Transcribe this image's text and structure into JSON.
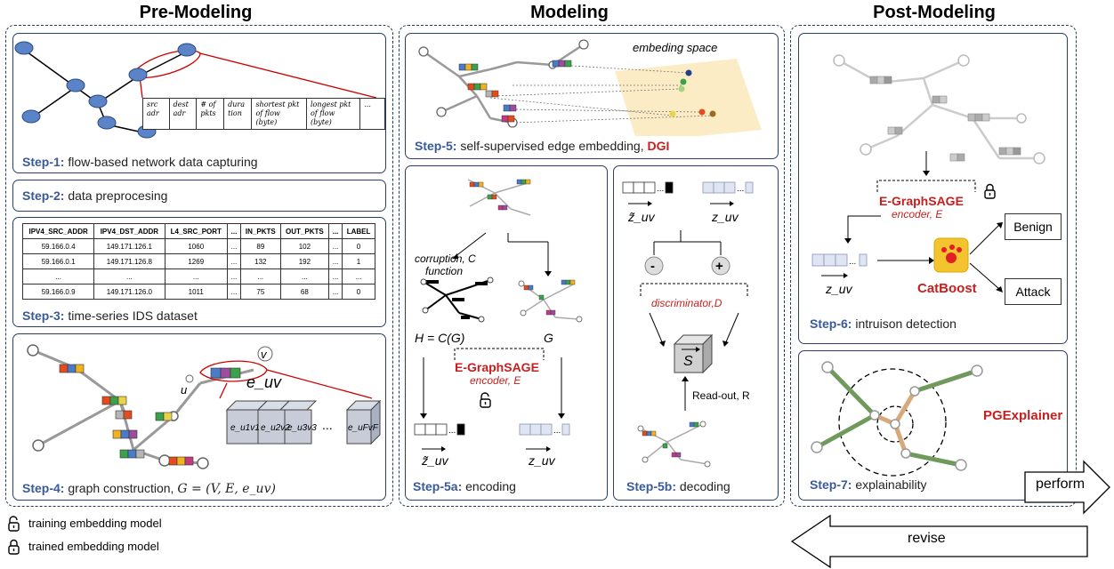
{
  "columns": {
    "pre": "Pre-Modeling",
    "modeling": "Modeling",
    "post": "Post-Modeling"
  },
  "step1": {
    "label": "Step-1:",
    "text": "flow-based network data capturing",
    "flow_fields": [
      "src adr",
      "dest adr",
      "# of pkts",
      "dura tion",
      "shortest pkt of flow (byte)",
      "longest pkt of flow (byte)",
      "..."
    ]
  },
  "step2": {
    "label": "Step-2:",
    "text": "data preprocesing"
  },
  "step3": {
    "label": "Step-3:",
    "text": "time-series IDS dataset",
    "columns": [
      "IPV4_SRC_ADDR",
      "IPV4_DST_ADDR",
      "L4_SRC_PORT",
      "...",
      "IN_PKTS",
      "OUT_PKTS",
      "...",
      "LABEL"
    ],
    "rows": [
      [
        "59.166.0.4",
        "149.171.126.1",
        "1060",
        "...",
        "89",
        "102",
        "...",
        "0"
      ],
      [
        "59.166.0.1",
        "149.171.126.8",
        "1269",
        "...",
        "132",
        "192",
        "...",
        "1"
      ],
      [
        "...",
        "...",
        "...",
        "...",
        "...",
        "...",
        "...",
        "..."
      ],
      [
        "59.166.0.9",
        "149.171.126.0",
        "1011",
        "...",
        "75",
        "68",
        "...",
        "0"
      ]
    ]
  },
  "step4": {
    "label": "Step-4:",
    "text": "graph construction, ",
    "formula": "G = (V, E, e_uv)",
    "node_u": "u",
    "node_v": "v",
    "edge": "e_uv",
    "features": [
      "e_u1v1",
      "e_u2v2",
      "e_u3v3",
      "...",
      "e_uFvF"
    ]
  },
  "step5": {
    "label": "Step-5:",
    "text": "self-supervised edge embedding, ",
    "method": "DGI",
    "space": "embeding space"
  },
  "step5a": {
    "label": "Step-5a:",
    "text": "encoding",
    "corruption_line1": "corruption, C",
    "corruption_line2": "function",
    "h_formula": "H = C(G)",
    "g": "G",
    "encoder_name": "E-GraphSAGE",
    "encoder_sub": "encoder, E",
    "z_tilde": "z̃_uv",
    "z": "z_uv"
  },
  "step5b": {
    "label": "Step-5b:",
    "text": "decoding",
    "minus": "-",
    "plus": "+",
    "discriminator": "discriminator,D",
    "summary": "S",
    "readout": "Read-out, R"
  },
  "step6": {
    "label": "Step-6:",
    "text": "intruison detection",
    "encoder_name": "E-GraphSAGE",
    "encoder_sub": "encoder, E",
    "classifier": "CatBoost",
    "out1": "Benign",
    "out2": "Attack"
  },
  "step7": {
    "label": "Step-7:",
    "text": "explainability",
    "explainer": "PGExplainer"
  },
  "arrows": {
    "perform": "perform",
    "revise": "revise"
  },
  "legend": {
    "training": "training embedding model",
    "trained": "trained embedding model"
  },
  "colors": {
    "step_blue": "#3a5a99",
    "accent_red": "#c81e1e",
    "border": "#2a3f66",
    "space": "#fbe7b6"
  }
}
